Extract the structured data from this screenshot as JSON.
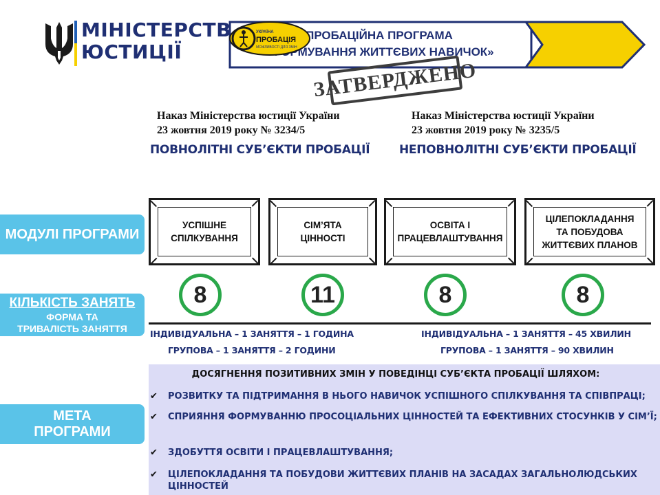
{
  "header": {
    "ministry_line1": "МІНІСТЕРСТВО",
    "ministry_line2": "ЮСТИЦІЇ",
    "banner_line1": "ПРОБАЦІЙНА ПРОГРАМА",
    "banner_line2": "«ФОРМУВАННЯ ЖИТТЄВИХ НАВИЧОК»",
    "logo_text": "УКРАЇНА ПРОБАЦІЯ МОЖЛИВОСТІ ДЛЯ ЗМІН",
    "stamp": "ЗАТВЕРДЖЕНО"
  },
  "orders": {
    "left_line1": "Наказ Міністерства  юстиції  України",
    "left_line2": "23 жовтня  2019 року № 3234/5",
    "left_subjects": "ПОВНОЛІТНІ СУБ’ЄКТИ ПРОБАЦІЇ",
    "right_line1": "Наказ Міністерства  юстиції  України",
    "right_line2": "23 жовтня  2019 року № 3235/5",
    "right_subjects": "НЕПОВНОЛІТНІ СУБ’ЄКТИ ПРОБАЦІЇ"
  },
  "labels": {
    "modules": "МОДУЛІ ПРОГРАМИ",
    "count": "КІЛЬКІСТЬ ЗАНЯТЬ",
    "form": "ФОРМА ТА",
    "duration": "ТРИВАЛІСТЬ ЗАНЯТТЯ",
    "goal_line1": "МЕТА",
    "goal_line2": "ПРОГРАМИ"
  },
  "modules": [
    {
      "line1": "УСПІШНЕ",
      "line2": "СПІЛКУВАННЯ",
      "line3": "",
      "sessions": "8"
    },
    {
      "line1": "СІМ’ЯТА",
      "line2": "ЦІННОСТІ",
      "line3": "",
      "sessions": "11"
    },
    {
      "line1": "ОСВІТА І",
      "line2": "ПРАЦЕВЛАШТУВАННЯ",
      "line3": "",
      "sessions": "8"
    },
    {
      "line1": "ЦІЛЕПОКЛАДАННЯ",
      "line2": "ТА ПОБУДОВА",
      "line3": "ЖИТТЄВИХ ПЛАНОВ",
      "sessions": "8"
    }
  ],
  "formats": {
    "left_individual": "ІНДИВІДУАЛЬНА – 1 ЗАНЯТТЯ – 1 ГОДИНА",
    "left_group": "ГРУПОВА – 1 ЗАНЯТТЯ – 2 ГОДИНИ",
    "right_individual": "ІНДИВІДУАЛЬНА – 1 ЗАНЯТТЯ – 45 ХВИЛИН",
    "right_group": "ГРУПОВА – 1 ЗАНЯТТЯ – 90 ХВИЛИН"
  },
  "goals": {
    "heading": "ДОСЯГНЕННЯ  ПОЗИТИВНИХ ЗМІН  У ПОВЕДІНЦІ  СУБ’ЄКТА ПРОБАЦІЇ ШЛЯХОМ:",
    "items": [
      "РОЗВИТКУ ТА ПІДТРИМАННЯ В НЬОГО НАВИЧОК УСПІШНОГО СПІЛКУВАННЯ ТА СПІВПРАЦІ;",
      "СПРИЯННЯ ФОРМУВАННЮ ПРОСОЦІАЛЬНИХ ЦІННОСТЕЙ ТА ЕФЕКТИВНИХ СТОСУНКІВ У СІМ’Ї;",
      "ЗДОБУТТЯ ОСВІТИ І ПРАЦЕВЛАШТУВАННЯ;",
      "ЦІЛЕПОКЛАДАННЯ ТА ПОБУДОВИ ЖИТТЄВИХ ПЛАНІВ НА ЗАСАДАХ ЗАГАЛЬНОЛЮДСЬКИХ ЦІННОСТЕЙ"
    ]
  },
  "colors": {
    "navy": "#1f2f73",
    "accent_blue": "#5ac3e8",
    "circle_green": "#2aa84a",
    "goals_bg": "#dcdcf6",
    "banner_yellow": "#f6d000"
  },
  "icons": {
    "emblem": "trident-icon",
    "check": "check-icon"
  }
}
